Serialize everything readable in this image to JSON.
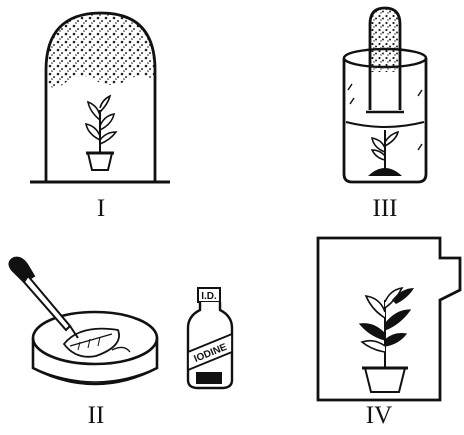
{
  "panels": [
    {
      "id": "I",
      "label": "I"
    },
    {
      "id": "II",
      "label": "II",
      "bottle_label": "IODINE"
    },
    {
      "id": "III",
      "label": "III"
    },
    {
      "id": "IV",
      "label": "IV"
    }
  ]
}
